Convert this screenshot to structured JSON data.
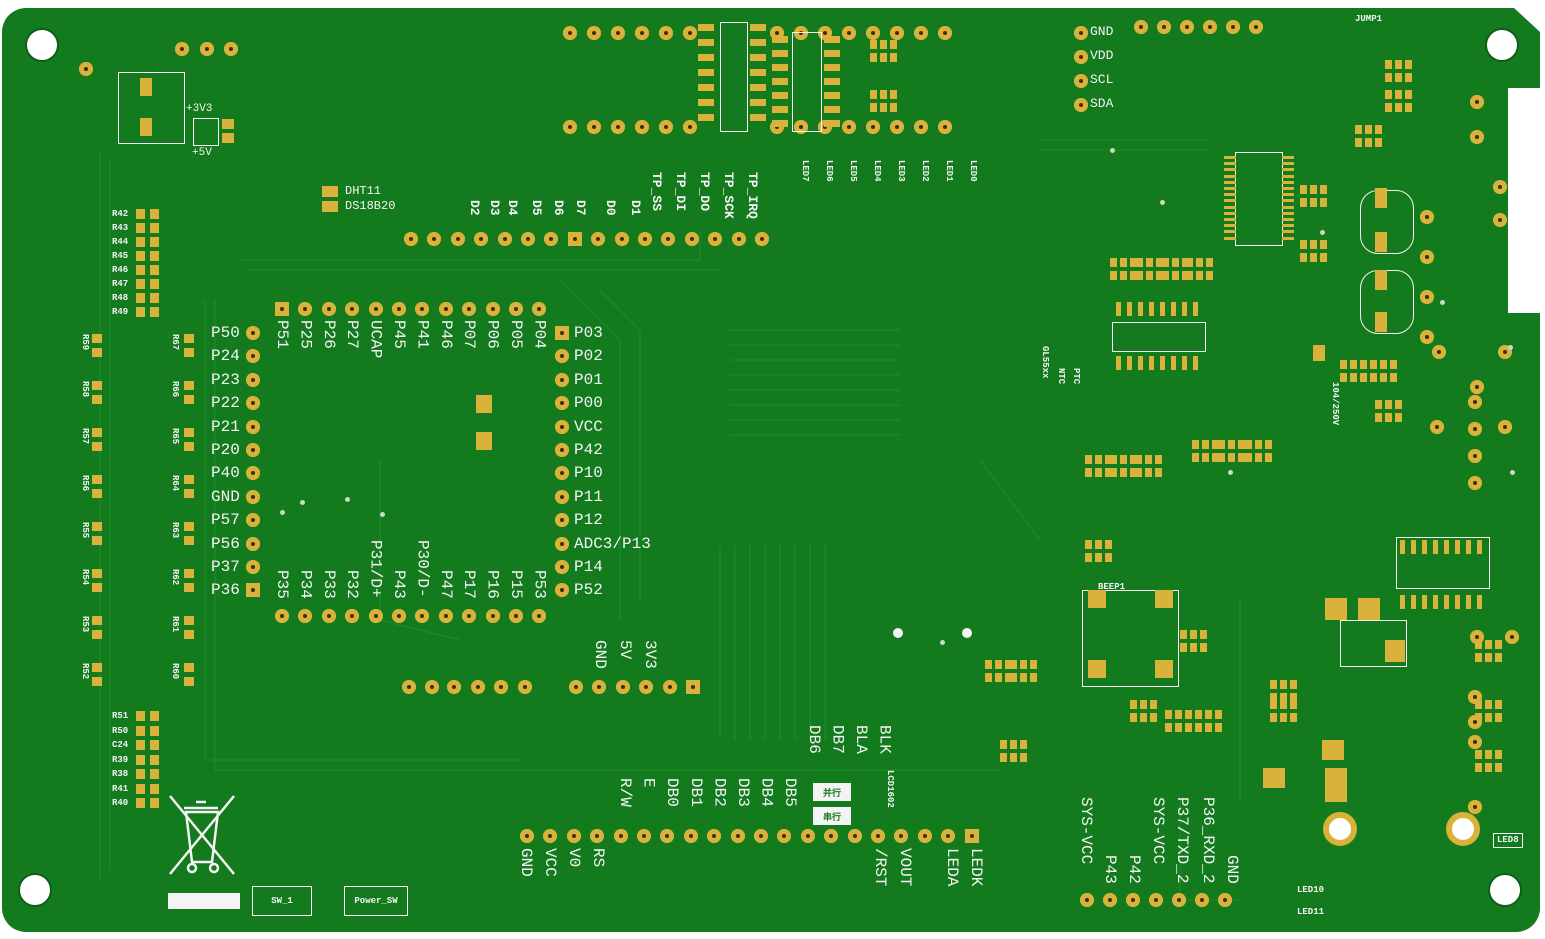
{
  "mcu": {
    "left_pins": [
      "P50",
      "P24",
      "P23",
      "P22",
      "P21",
      "P20",
      "P40",
      "GND",
      "P57",
      "P56",
      "P37",
      "P36"
    ],
    "top_pins": [
      "P51",
      "P25",
      "P26",
      "P27",
      "UCAP",
      "P45",
      "P41",
      "P46",
      "P07",
      "P06",
      "P05",
      "P04"
    ],
    "right_pins": [
      "P03",
      "P02",
      "P01",
      "P00",
      "VCC",
      "P42",
      "P10",
      "P11",
      "P12",
      "ADC3/P13",
      "P14",
      "P52"
    ],
    "bottom_pins": [
      "P35",
      "P34",
      "P33",
      "P32",
      "P31/D+",
      "P43",
      "P30/D-",
      "P47",
      "P17",
      "P16",
      "P15",
      "P53"
    ]
  },
  "top_header": {
    "data_labels": [
      "D2",
      "D3",
      "D4",
      "D5",
      "D6",
      "D7",
      "D0",
      "D1"
    ],
    "tp_labels": [
      "TP_SS",
      "TP_DI",
      "TP_DO",
      "TP_SCK",
      "TP_IRQ"
    ]
  },
  "lcd_header": {
    "upper_labels": [
      "R/W",
      "E",
      "DB0",
      "DB1",
      "DB2",
      "DB3",
      "DB4",
      "DB5",
      "DB6",
      "DB7",
      "BLA",
      "BLK"
    ],
    "lower_labels": [
      "GND",
      "VCC",
      "V0",
      "RS",
      "/RST",
      "VOUT",
      "LEDA",
      "LEDK"
    ],
    "mode_labels": [
      "并行",
      "串行"
    ],
    "lcd_model": "LCD1602"
  },
  "power_header": [
    "GND",
    "5V",
    "3V3"
  ],
  "sensor_select": [
    "DHT11",
    "DS18B20"
  ],
  "supply_select": [
    "+3V3",
    "+5V"
  ],
  "i2c": [
    "GND",
    "VDD",
    "SCL",
    "SDA"
  ],
  "right_bottom": [
    "SYS-VCC",
    "P43",
    "P42",
    "SYS-VCC",
    "P37/TXD_2",
    "P36_RXD_2",
    "GND"
  ],
  "misc_labels": {
    "jumper": "JUMP1",
    "beep": "BEEP1",
    "sw1": "SW_1",
    "power_sw": "Power_SW",
    "led8": "LED8",
    "ptc": "PTC",
    "ntc": "NTC",
    "gl55": "GL55xx",
    "varistor": "104/250V",
    "leds": [
      "LED7",
      "LED6",
      "LED5",
      "LED4",
      "LED3",
      "LED2",
      "LED1",
      "LED0"
    ],
    "led_refs": [
      "LED10",
      "LED11"
    ]
  },
  "refs_left_column": [
    "R42",
    "R43",
    "R44",
    "R45",
    "R46",
    "R47",
    "R48",
    "R49"
  ],
  "refs_left_bottom": [
    "R51",
    "R50",
    "C24",
    "R39",
    "R38",
    "R41",
    "R40"
  ],
  "refs_left_vertical": [
    "R59",
    "R58",
    "R57",
    "R56",
    "R55",
    "R54",
    "R53",
    "R52"
  ],
  "refs_inner_vertical": [
    "R67",
    "R66",
    "R65",
    "R64",
    "R63",
    "R62",
    "R61",
    "R60"
  ],
  "colors": {
    "board": "#137a1e",
    "pad": "#d8b23a",
    "silk": "#f4f4f4"
  }
}
